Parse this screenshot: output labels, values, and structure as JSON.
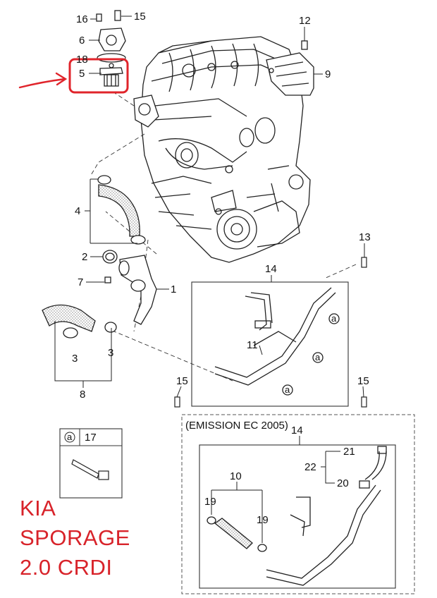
{
  "callouts": {
    "c16": "16",
    "c15a": "15",
    "c6": "6",
    "c18": "18",
    "c5": "5",
    "c12": "12",
    "c9": "9",
    "c4": "4",
    "c2": "2",
    "c7": "7",
    "c1": "1",
    "c3a": "3",
    "c3b": "3",
    "c8": "8",
    "c13": "13",
    "c14": "14",
    "c11": "11",
    "c15b": "15",
    "c15c": "15",
    "c17": "17",
    "c14b": "14",
    "c21": "21",
    "c22": "22",
    "c20": "20",
    "c10": "10",
    "c19a": "19",
    "c19b": "19",
    "a_circle": "a"
  },
  "emission_note": "(EMISSION EC 2005)",
  "brand": {
    "line1": "KIA",
    "line2": "SPORAGE",
    "line3": "2.0 CRDI",
    "color": "#d8232a"
  },
  "highlight": {
    "color": "#e0242b",
    "part": "5"
  }
}
